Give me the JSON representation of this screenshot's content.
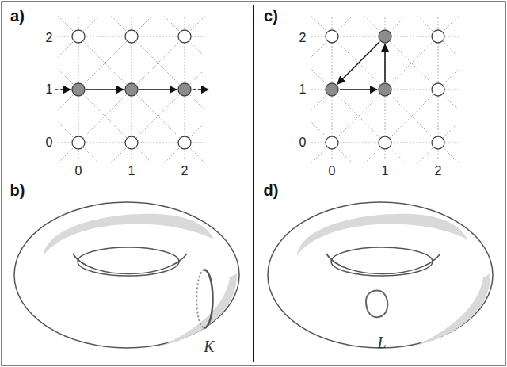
{
  "diagram": {
    "labels": [
      "a)",
      "2",
      "1",
      "0",
      "0",
      "1",
      "2",
      "c)",
      "2",
      "1",
      "0",
      "0",
      "1",
      "2",
      "b)",
      "K",
      "d)",
      "L"
    ]
  }
}
